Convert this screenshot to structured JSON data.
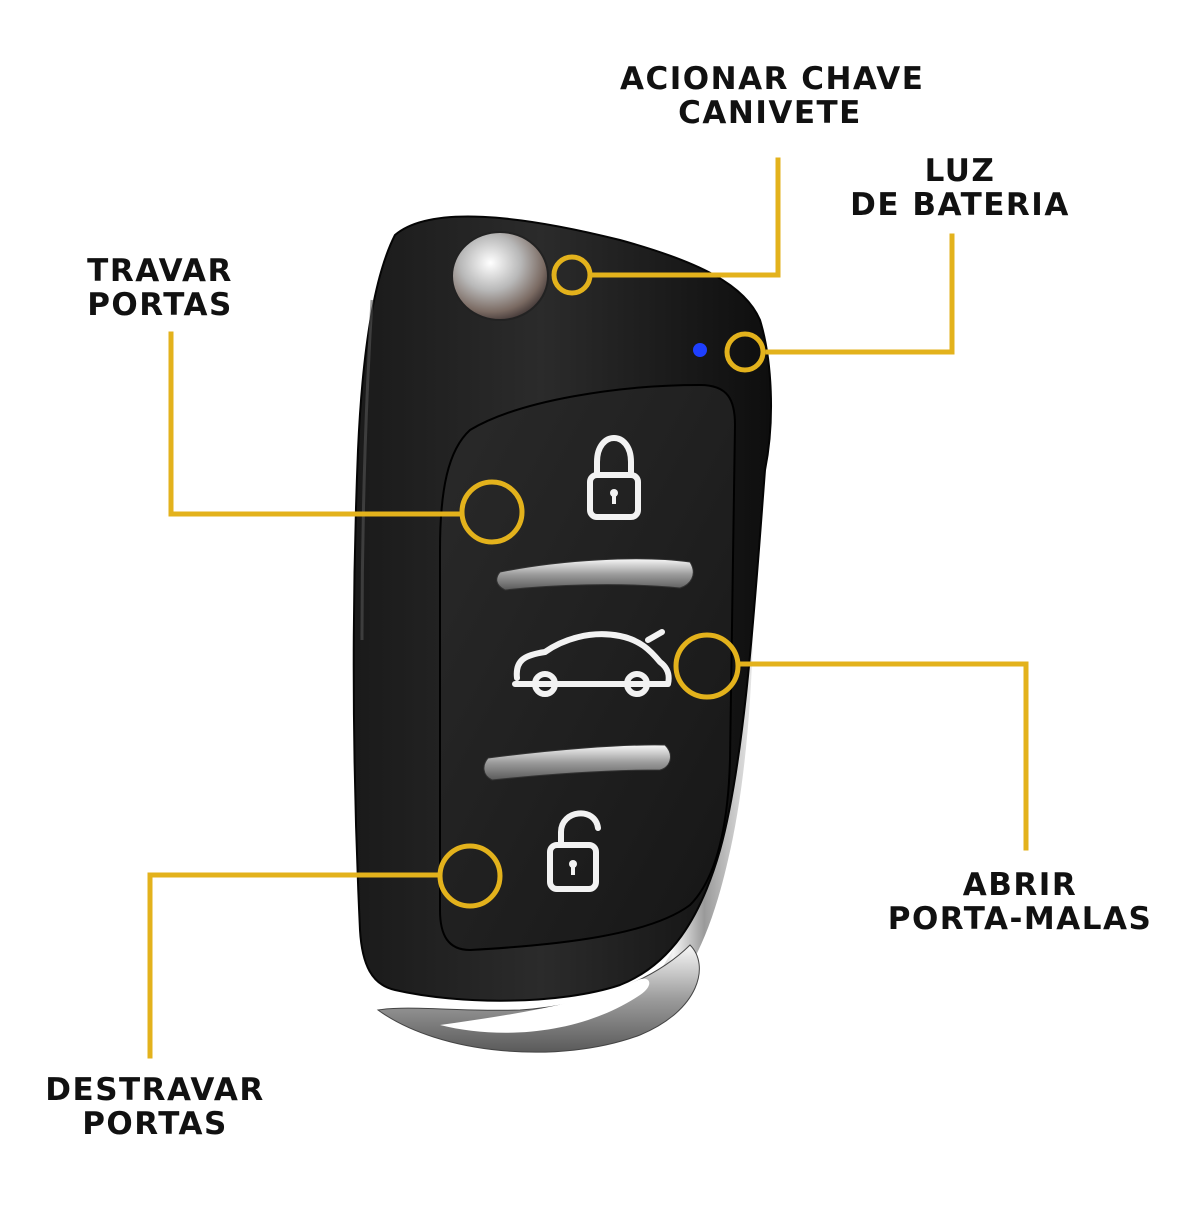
{
  "accent_color": "#e3b21c",
  "callouts": [
    {
      "id": "flip",
      "lines": [
        "ACIONAR CHAVE",
        "CANIVETE"
      ]
    },
    {
      "id": "battery",
      "lines": [
        "LUZ",
        "DE BATERIA"
      ]
    },
    {
      "id": "lock",
      "lines": [
        "TRAVAR",
        "PORTAS"
      ]
    },
    {
      "id": "trunk",
      "lines": [
        "ABRIR",
        "PORTA-MALAS"
      ]
    },
    {
      "id": "unlock",
      "lines": [
        "DESTRAVAR",
        "PORTAS"
      ]
    }
  ],
  "icons": {
    "top_button": "padlock-closed-icon",
    "middle_button": "car-trunk-icon",
    "bottom_button": "padlock-open-icon",
    "indicator": "blue-led-icon",
    "flip_release": "chrome-release-button"
  }
}
